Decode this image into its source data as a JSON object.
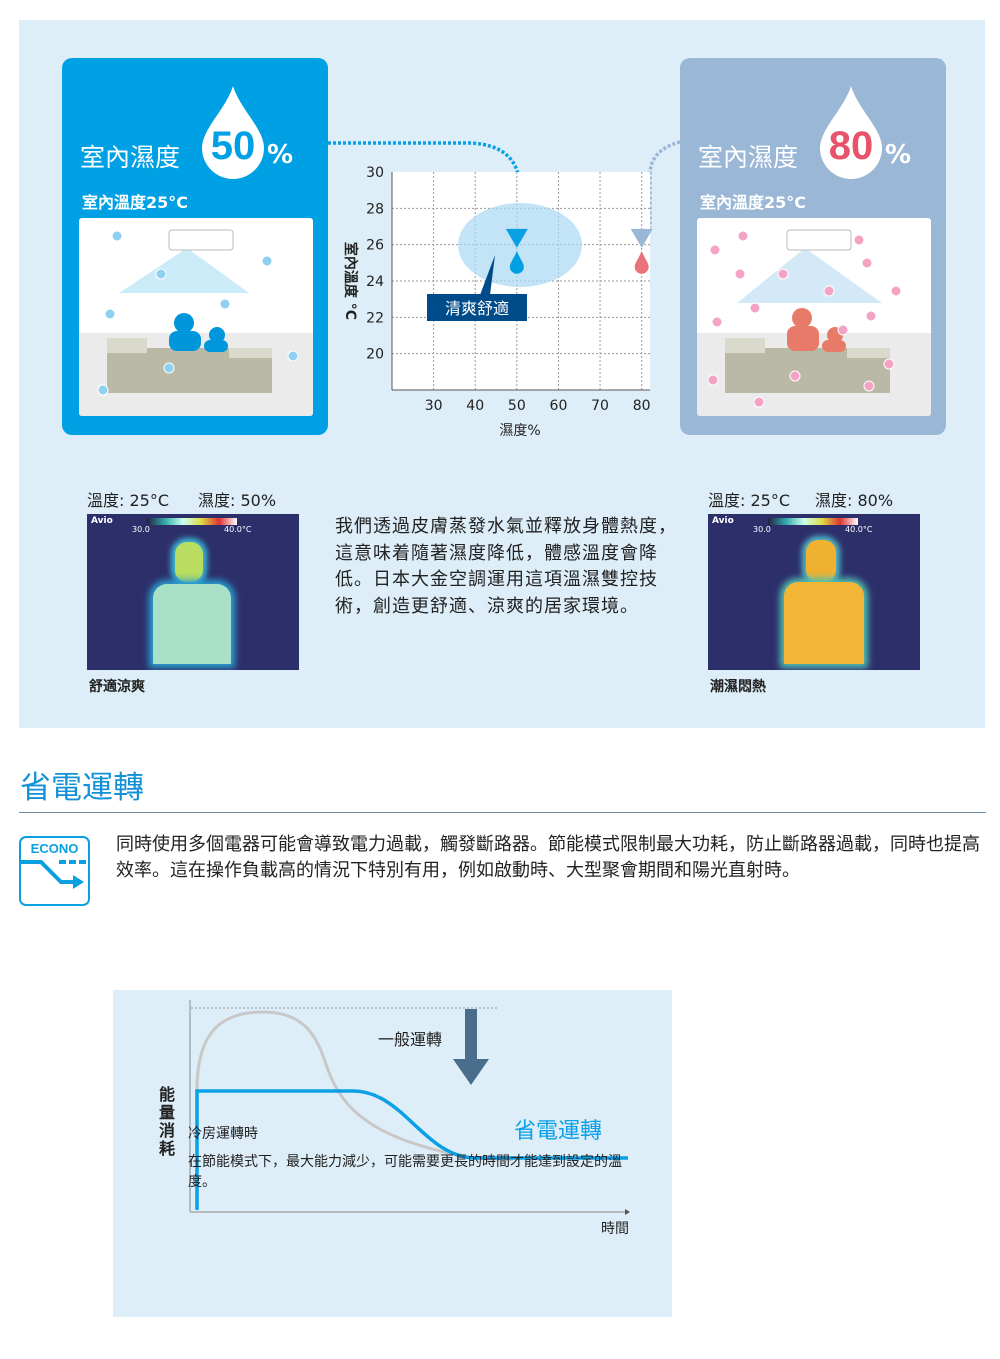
{
  "comparison": {
    "left_card": {
      "title": "室內濕度",
      "humidity_value": "50",
      "percent": "%",
      "subtitle": "室內溫度25°C",
      "color": "#00a0e4",
      "drop_color": "#ffffff",
      "value_color": "#00a0e4"
    },
    "right_card": {
      "title": "室內濕度",
      "humidity_value": "80",
      "percent": "%",
      "subtitle": "室內溫度25°C",
      "color": "#9bb7d6",
      "value_color": "#e8536b"
    },
    "left_thermal": {
      "temperature": "溫度: 25°C",
      "humidity": "濕度: 50%",
      "caption": "舒適涼爽",
      "scale_low": "30.0",
      "scale_high": "40.0°C"
    },
    "right_thermal": {
      "temperature": "溫度: 25°C",
      "humidity": "濕度: 80%",
      "caption": "潮濕悶熱",
      "scale_low": "30.0",
      "scale_high": "40.0°C"
    },
    "paragraph": "我們透過皮膚蒸發水氣並釋放身體熱度，這意味着隨著濕度降低，體感溫度會降低。日本大金空調運用這項溫濕雙控技術，創造更舒適、涼爽的居家環境。"
  },
  "chart_data": {
    "type": "scatter",
    "xlabel": "濕度%",
    "ylabel": "室內溫度 °C",
    "xlim": [
      20,
      82
    ],
    "ylim": [
      18,
      30
    ],
    "x_ticks": [
      30,
      40,
      50,
      60,
      70,
      80
    ],
    "y_ticks": [
      20,
      22,
      24,
      26,
      28,
      30
    ],
    "grid": true,
    "points": [
      {
        "x": 50,
        "y": 25,
        "color": "#00a0e4"
      },
      {
        "x": 80,
        "y": 25,
        "color": "#e8737a"
      }
    ],
    "annotation": "清爽舒適"
  },
  "econo_section": {
    "title": "省電運轉",
    "icon_label": "ECONO",
    "description": "同時使用多個電器可能會導致電力過載，觸發斷路器。節能模式限制最大功耗，防止斷路器過載，同時也提高效率。這在操作負載高的情況下特別有用，例如啟動時、大型聚會期間和陽光直射時。",
    "accent": "#1291d6"
  },
  "energy_chart": {
    "ylabel": "能量消耗",
    "xlabel": "時間",
    "normal_label": "一般運轉",
    "econo_label": "省電運轉",
    "cooling_label": "冷房運轉時",
    "note": "在節能模式下，最大能力減少，可能需要更長的時間才能達到設定的溫度。",
    "normal_color": "#c8c8c8",
    "econo_color": "#0aa0e6"
  }
}
